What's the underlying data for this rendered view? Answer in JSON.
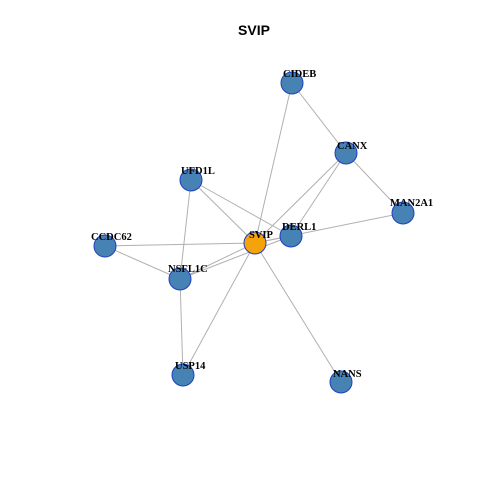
{
  "title": "SVIP",
  "colors": {
    "hub": "#f5a30a",
    "node": "#4682b4",
    "node_border": "#1f3fbf",
    "edge": "#b0b0b0"
  },
  "nodes": [
    {
      "id": "SVIP",
      "label": "SVIP",
      "hub": true
    },
    {
      "id": "CIDEB",
      "label": "CIDEB"
    },
    {
      "id": "CANX",
      "label": "CANX"
    },
    {
      "id": "UFD1L",
      "label": "UFD1L"
    },
    {
      "id": "MAN2A1",
      "label": "MAN2A1"
    },
    {
      "id": "DERL1",
      "label": "DERL1"
    },
    {
      "id": "CCDC62",
      "label": "CCDC62"
    },
    {
      "id": "NSFL1C",
      "label": "NSFL1C"
    },
    {
      "id": "USP14",
      "label": "USP14"
    },
    {
      "id": "NANS",
      "label": "NANS"
    }
  ],
  "edges": [
    [
      "SVIP",
      "CIDEB"
    ],
    [
      "SVIP",
      "CANX"
    ],
    [
      "SVIP",
      "UFD1L"
    ],
    [
      "SVIP",
      "MAN2A1"
    ],
    [
      "SVIP",
      "DERL1"
    ],
    [
      "SVIP",
      "CCDC62"
    ],
    [
      "SVIP",
      "NSFL1C"
    ],
    [
      "SVIP",
      "USP14"
    ],
    [
      "SVIP",
      "NANS"
    ],
    [
      "CIDEB",
      "CANX"
    ],
    [
      "CANX",
      "MAN2A1"
    ],
    [
      "CANX",
      "DERL1"
    ],
    [
      "UFD1L",
      "DERL1"
    ],
    [
      "UFD1L",
      "NSFL1C"
    ],
    [
      "CCDC62",
      "NSFL1C"
    ],
    [
      "NSFL1C",
      "DERL1"
    ],
    [
      "NSFL1C",
      "USP14"
    ]
  ]
}
